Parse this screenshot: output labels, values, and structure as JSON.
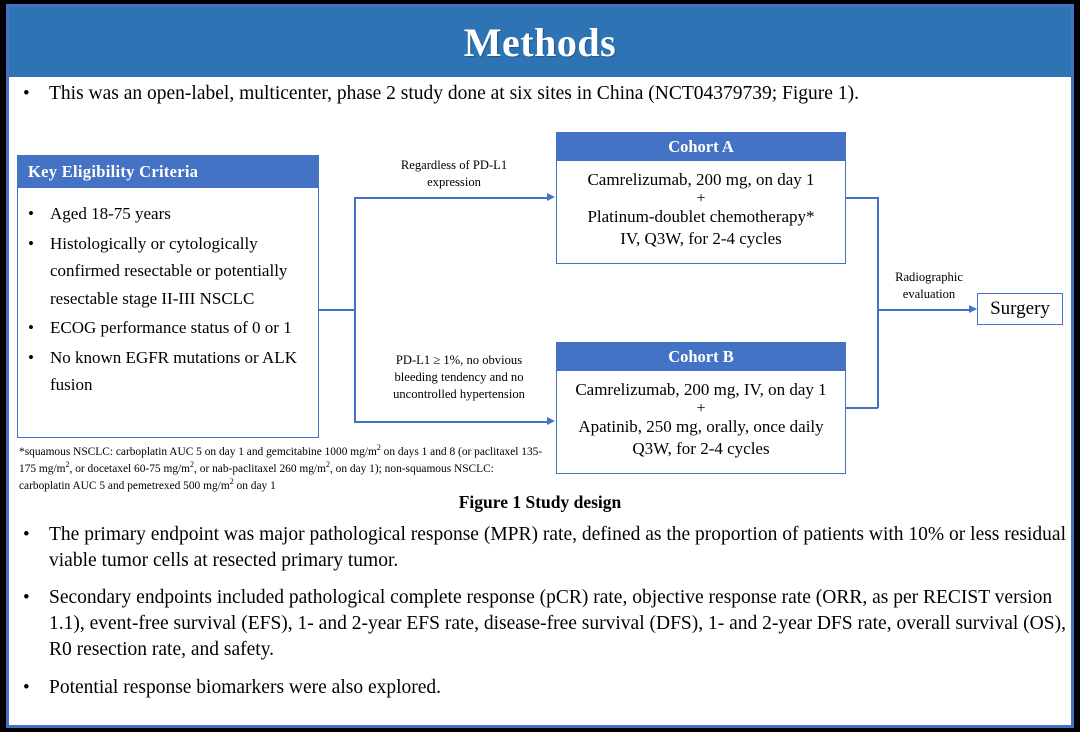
{
  "slide": {
    "title": "Methods",
    "accent_color": "#2E74B5",
    "box_color": "#4472C4",
    "frame_color": "#000000"
  },
  "lead_bullet": {
    "dot": "•",
    "text": "This was an open-label, multicenter, phase 2 study done at six sites in China (NCT04379739; Figure 1)."
  },
  "figure": {
    "caption": "Figure 1 Study design",
    "eligibility": {
      "header": "Key  Eligibility Criteria",
      "dot": "•",
      "items": [
        "Aged 18-75 years",
        "Histologically or cytologically confirmed resectable or potentially resectable stage II-III  NSCLC",
        "ECOG performance status of 0 or 1",
        "No known EGFR mutations or ALK fusion"
      ]
    },
    "footnote": {
      "line1_pre": "*squamous NSCLC: carboplatin AUC 5 on day 1 and gemcitabine 1000 mg/m",
      "line1_post": " on days 1 and 8 (or paclitaxel 135-175  mg/m",
      "line2_post": ", or docetaxel 60-75 mg/m",
      "line3_post": ", or nab-paclitaxel 260 mg/m",
      "line4_post": ", on day 1); non-squamous NSCLC: carboplatin AUC 5 and pemetrexed 500 mg/m",
      "line5_post": " on day 1",
      "sup": "2"
    },
    "cohort_a": {
      "header": "Cohort A",
      "line1": "Camrelizumab, 200 mg, on day 1",
      "plus": "+",
      "line2": "Platinum-doublet chemotherapy*",
      "line3": "IV, Q3W, for 2-4 cycles"
    },
    "cohort_b": {
      "header": "Cohort B",
      "line1": "Camrelizumab, 200 mg, IV, on day 1",
      "plus": "+",
      "line2": "Apatinib, 250 mg, orally, once daily",
      "line3": "Q3W, for 2-4 cycles"
    },
    "connector_top": "Regardless  of PD-L1\nexpression",
    "connector_top_l1": "Regardless  of PD-L1",
    "connector_top_l2": "expression",
    "connector_bottom_l1": "PD-L1 ≥ 1%, no obvious",
    "connector_bottom_l2": "bleeding tendency and no",
    "connector_bottom_l3": "uncontrolled  hypertension",
    "connector_right_l1": "Radiographic",
    "connector_right_l2": "evaluation",
    "surgery": "Surgery"
  },
  "lower_bullets": {
    "dot": "•",
    "items": [
      "The primary endpoint was major pathological response (MPR) rate, defined as the proportion of patients with 10% or less residual viable tumor cells at resected primary tumor.",
      "Secondary endpoints included pathological complete response (pCR) rate, objective response rate (ORR, as per RECIST version 1.1), event-free survival (EFS), 1- and 2-year EFS rate, disease-free survival (DFS), 1- and 2-year DFS rate, overall survival (OS), R0 resection rate, and safety.",
      "Potential response biomarkers were also explored."
    ]
  }
}
